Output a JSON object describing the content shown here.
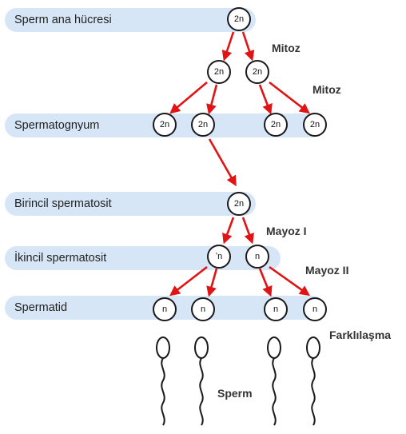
{
  "rows": {
    "sperm_ana": "Sperm ana hücresi",
    "spermatogonyum": "Spermatognyum",
    "birincil": "Birincil spermatosit",
    "ikincil": "İkincil spermatosit",
    "spermatid": "Spermatid"
  },
  "labels": {
    "mitoz_1": "Mitoz",
    "mitoz_2": "Mitoz",
    "mayoz_1": "Mayoz I",
    "mayoz_2": "Mayoz II",
    "farklilasma": "Farklılaşma",
    "sperm": "Sperm"
  },
  "cells": {
    "c_ana": "2n",
    "c_m1a": "2n",
    "c_m1b": "2n",
    "c_g1": "2n",
    "c_g2": "2n",
    "c_g3": "2n",
    "c_g4": "2n",
    "c_birincil": "2n",
    "c_ik1": "ʼn",
    "c_ik2": "n",
    "c_t1": "n",
    "c_t2": "n",
    "c_t3": "n",
    "c_t4": "n"
  },
  "colors": {
    "band": "#d6e6f6",
    "arrow": "#e01414",
    "cell_border": "#1a1a1a"
  }
}
